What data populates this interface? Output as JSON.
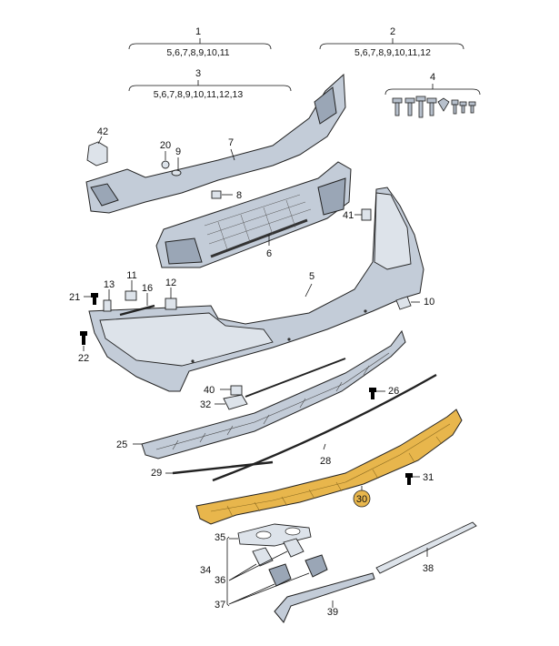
{
  "groups": [
    {
      "id": "1",
      "parts": "5,6,7,8,9,10,11"
    },
    {
      "id": "2",
      "parts": "5,6,7,8,9,10,11,12"
    },
    {
      "id": "3",
      "parts": "5,6,7,8,9,10,11,12,13"
    },
    {
      "id": "4",
      "parts": ""
    }
  ],
  "callouts": {
    "p5": "5",
    "p6": "6",
    "p7": "7",
    "p8": "8",
    "p9": "9",
    "p10": "10",
    "p11": "11",
    "p12": "12",
    "p13": "13",
    "p16": "16",
    "p20": "20",
    "p21": "21",
    "p22": "22",
    "p25": "25",
    "p26": "26",
    "p28": "28",
    "p29": "29",
    "p30": "30",
    "p31": "31",
    "p32": "32",
    "p34": "34",
    "p35": "35",
    "p36": "36",
    "p37": "37",
    "p38": "38",
    "p39": "39",
    "p40": "40",
    "p41": "41",
    "p42": "42"
  },
  "highlight_color": "#e8b64c",
  "highlight_callout_color": "#e8b64c"
}
